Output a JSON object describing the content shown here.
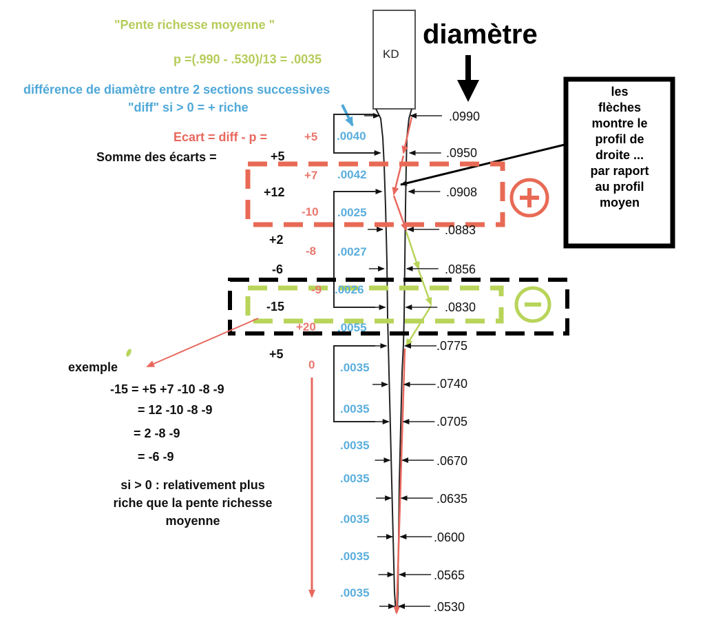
{
  "header": {
    "pente_title": "\"Pente richesse moyenne \"",
    "pente_formula": "p =(.990 - .530)/13 = .0035",
    "diff_line1": "différence de diamètre entre 2 sections successives",
    "diff_line2": "\"diff\"  si > 0       = + riche",
    "ecart_label": "Ecart = diff - p =",
    "somme_label": "Somme des écarts =",
    "diametre": "diamètre",
    "tip_label": "KD"
  },
  "note": {
    "lines": [
      "les",
      "flèches",
      "montre le",
      "profil de",
      "droite ...",
      "par raport",
      "au profil",
      "moyen"
    ]
  },
  "symbols": {
    "plus": "+",
    "minus": "-"
  },
  "diameters": [
    ".0990",
    ".0950",
    ".0908",
    ".0883",
    ".0856",
    ".0830",
    ".0775",
    ".0740",
    ".0705",
    ".0670",
    ".0635",
    ".0600",
    ".0565",
    ".0530"
  ],
  "differences": [
    ".0040",
    ".0042",
    ".0025",
    ".0027",
    ".0026",
    ".0055",
    ".0035",
    ".0035",
    ".0035",
    ".0035",
    ".0035",
    ".0035",
    ".0035"
  ],
  "ecarts": [
    "+5",
    "+7",
    "-10",
    "-8",
    "-9",
    "+20",
    "0"
  ],
  "sommes": [
    "+5",
    "+12",
    "+2",
    "-6",
    "-15",
    "+5"
  ],
  "exemple": {
    "label": "exemple",
    "lines": [
      "-15 = +5 +7 -10 -8 -9",
      "= 12 -10 -8 -9",
      "=  2 -8 -9",
      "= -6 -9"
    ],
    "conclusion": [
      "si  > 0 : relativement plus",
      "riche que la pente richesse",
      "moyenne"
    ]
  },
  "colors": {
    "green": "#b5cc5a",
    "blue": "#4fa8d8",
    "red": "#e8685e",
    "dash_red": "#e86a55",
    "dash_green": "#b8d45a",
    "black": "#111111"
  }
}
